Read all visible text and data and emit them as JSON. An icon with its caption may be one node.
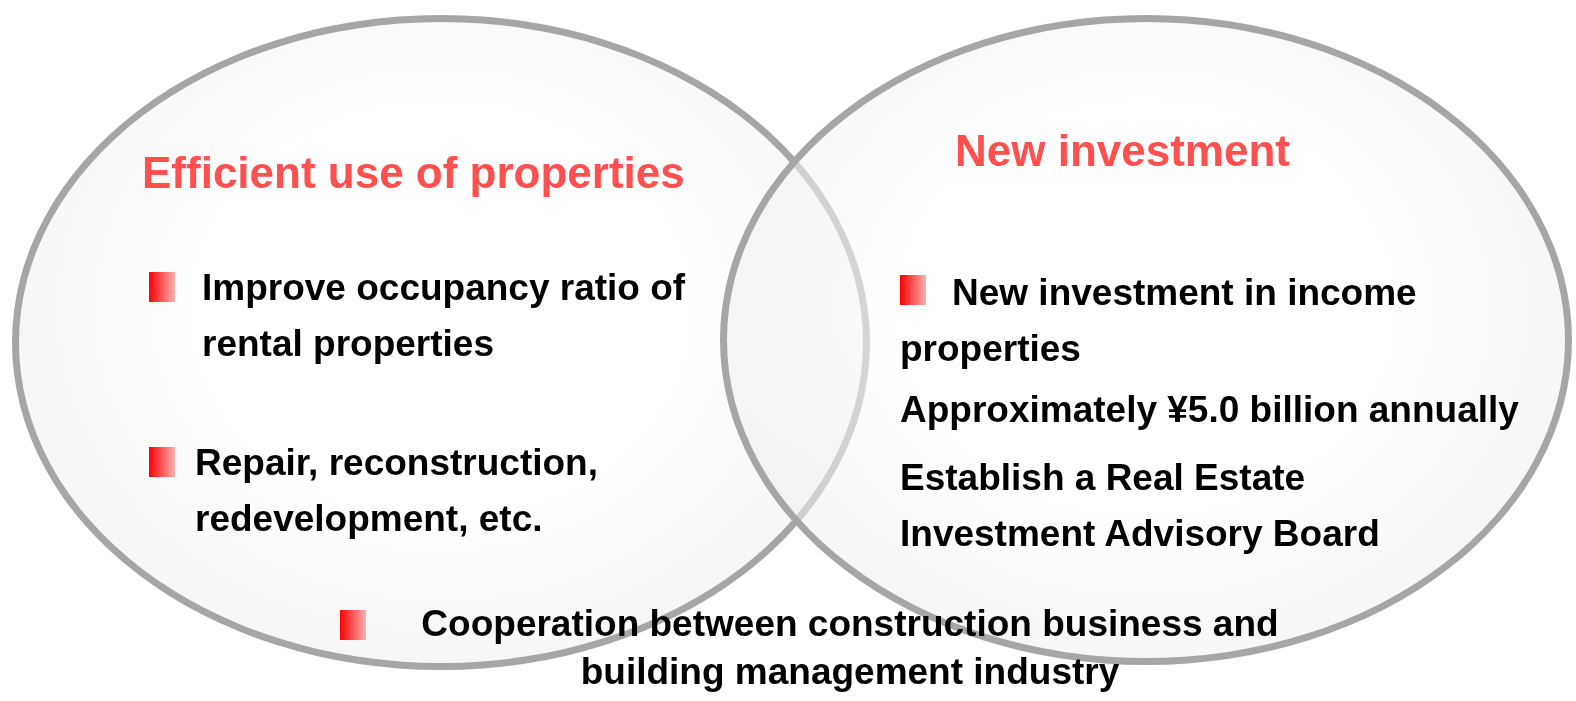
{
  "diagram": {
    "nodes": [
      {
        "text": [
          "Efficient use of properties",
          "Improve occupancy ratio of rental properties",
          "Repair, reconstruction, redevelopment, etc."
        ]
      },
      {
        "text": [
          "New investment",
          "New investment in income properties",
          "Approximately **¥5.0 billion** annually",
          "Establish a Real Estate Investment Advisory Board"
        ]
      }
    ],
    "edges": [],
    "labels": [
      "Cooperation between construction business and building management industry"
    ]
  }
}
